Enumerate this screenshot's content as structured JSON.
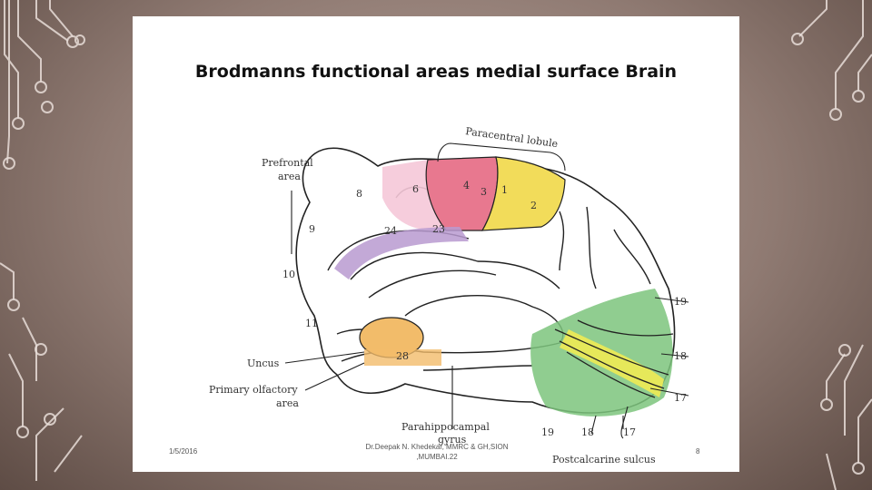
{
  "slide": {
    "title": "Brodmanns functional areas medial surface Brain",
    "footer": {
      "date": "1/5/2016",
      "author_line1": "Dr.Deepak N. Khedekar, MMRC & GH,SION",
      "author_line2": ",MUMBAI.22",
      "page": "8"
    }
  },
  "diagram": {
    "labels": {
      "paracentral": "Paracentral lobule",
      "prefrontal_1": "Prefrontal",
      "prefrontal_2": "area",
      "uncus": "Uncus",
      "olfactory_1": "Primary olfactory",
      "olfactory_2": "area",
      "parahippo_1": "Parahippocampal",
      "parahippo_2": "gyrus",
      "postcalcarine": "Postcalcarine sulcus"
    },
    "areas": {
      "a1": "1",
      "a2": "2",
      "a3": "3",
      "a4": "4",
      "a6": "6",
      "a8": "8",
      "a9": "9",
      "a10": "10",
      "a11": "11",
      "a23": "23",
      "a24": "24",
      "a28": "28",
      "r19": "19",
      "r18": "18",
      "r17": "17",
      "b19": "19",
      "b18": "18",
      "b17": "17"
    },
    "colors": {
      "area4": "#e8788f",
      "area6": "#f5c8d8",
      "area312": "#f2dc5a",
      "cingulate": "#b89ad0",
      "uncus": "#f2bc6a",
      "occipital_green": "#7cc47c",
      "occipital_yellow": "#e6e85a"
    }
  }
}
